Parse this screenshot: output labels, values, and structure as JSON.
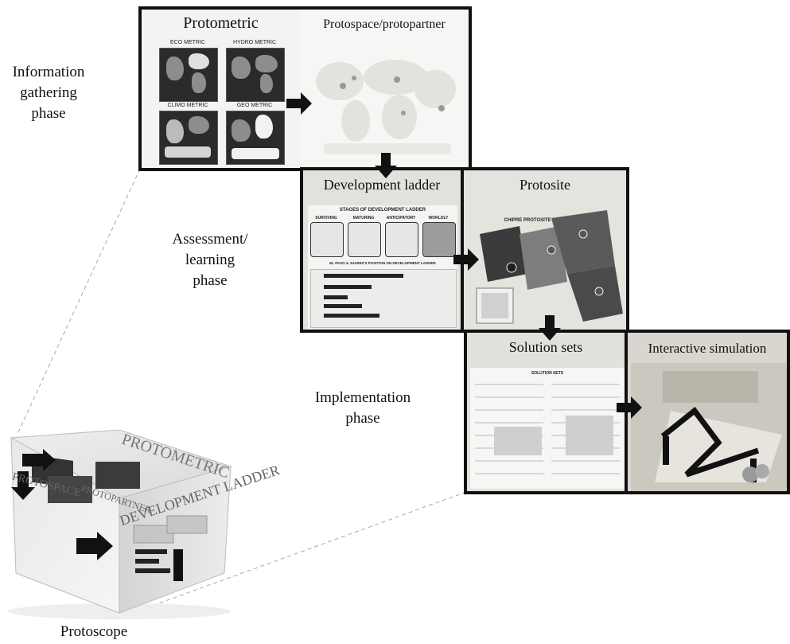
{
  "phases": {
    "information": "Information\ngathering\nphase",
    "assessment": "Assessment/\nlearning\nphase",
    "implementation": "Implementation\nphase"
  },
  "panels": {
    "protometric": {
      "title": "Protometric",
      "tiles": [
        "ECO METRIC",
        "HYDRO METRIC",
        "CLIMO METRIC",
        "GEO METRIC"
      ]
    },
    "protospace": {
      "title": "Protospace/protopartner"
    },
    "development_ladder": {
      "title": "Development ladder",
      "heading": "STAGES OF DEVELOPMENT LADDER",
      "columns": [
        "SURVIVING",
        "MATURING",
        "ANTICIPATORY",
        "WORLDLY"
      ],
      "subheading": "EL PASO & JUAREZ'S POSITION ON DEVELOPMENT LADDER"
    },
    "protosite": {
      "title": "Protosite",
      "label": "CHIPRE PROTOSITE"
    },
    "solution_sets": {
      "title": "Solution sets",
      "heading": "SOLUTION SETS"
    },
    "interactive_simulation": {
      "title": "Interactive simulation"
    }
  },
  "cube": {
    "top_text": "PROTOMETRIC",
    "side_text_left": "PROTOSPACE",
    "side_text_mid": "PROTOPARTNER",
    "side_text_right": "DEVELOPMENT LADDER"
  },
  "caption": "Protoscope"
}
